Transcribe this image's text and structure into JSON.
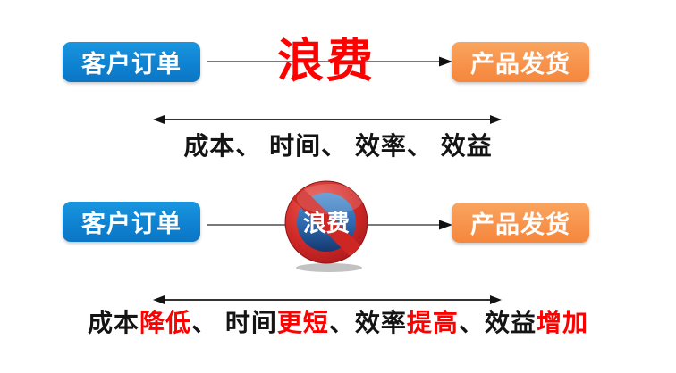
{
  "slide": {
    "background": "#ffffff",
    "colors": {
      "box_blue": "#0e81d0",
      "box_orange": "#f7914a",
      "highlight_red": "#fe0000",
      "text_black": "#141414",
      "connector_gray": "#4d4d4d",
      "icon_ring_red": "#cd2623",
      "icon_inner_blue": "#2b66ae"
    },
    "top_flow": {
      "source_label": "客户订单",
      "waste_label": "浪费",
      "target_label": "产品发货"
    },
    "top_metrics": {
      "text": "成本、 时间、 效率、 效益"
    },
    "bottom_flow": {
      "source_label": "客户订单",
      "no_waste_label": "浪费",
      "target_label": "产品发货"
    },
    "bottom_metrics": {
      "segments": [
        {
          "text": "成本",
          "color": "black"
        },
        {
          "text": "降低",
          "color": "red"
        },
        {
          "text": "、 ",
          "color": "black"
        },
        {
          "text": "时间",
          "color": "black"
        },
        {
          "text": "更短",
          "color": "red"
        },
        {
          "text": "、",
          "color": "black"
        },
        {
          "text": "效率",
          "color": "black"
        },
        {
          "text": "提高",
          "color": "red"
        },
        {
          "text": "、",
          "color": "black"
        },
        {
          "text": "效益",
          "color": "black"
        },
        {
          "text": "增加",
          "color": "red"
        }
      ]
    }
  }
}
